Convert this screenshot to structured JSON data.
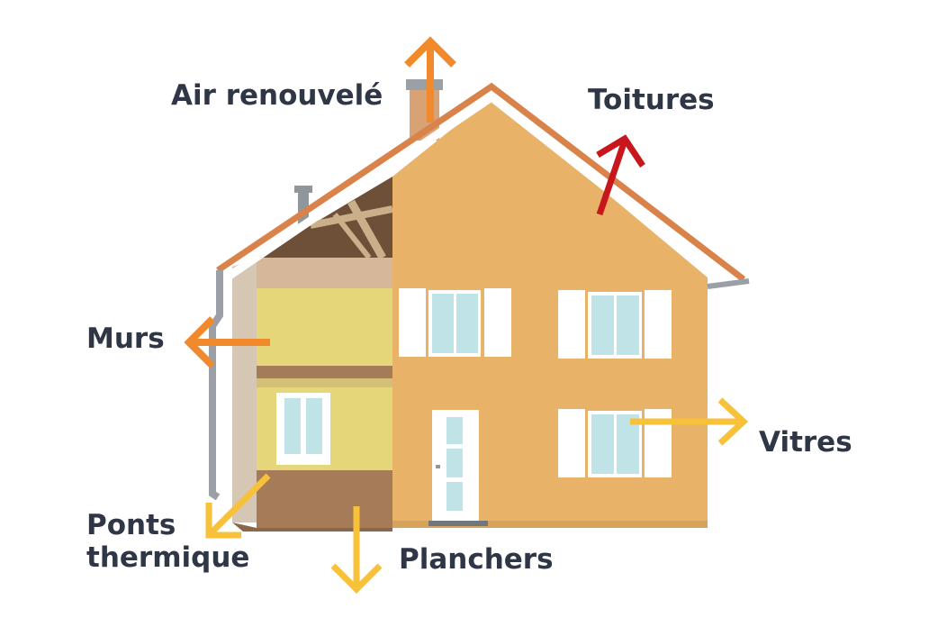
{
  "labels": {
    "air": "Air renouvelé",
    "toitures": "Toitures",
    "murs": "Murs",
    "vitres": "Vitres",
    "ponts_line1": "Ponts",
    "ponts_line2": "thermique",
    "planchers": "Planchers"
  },
  "colors": {
    "label_text": "#2f3747",
    "wall_facade": "#e8b268",
    "roof_trim": "#d9824a",
    "insulation_yellow": "#e6d67a",
    "wood_brown": "#a67c58",
    "attic_dark": "#6e4f37",
    "window_glass": "#bfe3e6",
    "shutter_white": "#ffffff",
    "gutter_gray": "#9aa0a6",
    "arrow_orange": "#f08a2c",
    "arrow_red": "#c8161d",
    "arrow_yellow": "#f7c23a"
  },
  "icons": {
    "air": "arrow-up-icon",
    "toitures": "arrow-up-right-icon",
    "murs": "arrow-left-icon",
    "vitres": "arrow-right-icon",
    "ponts": "arrow-down-left-icon",
    "planchers": "arrow-down-icon"
  }
}
